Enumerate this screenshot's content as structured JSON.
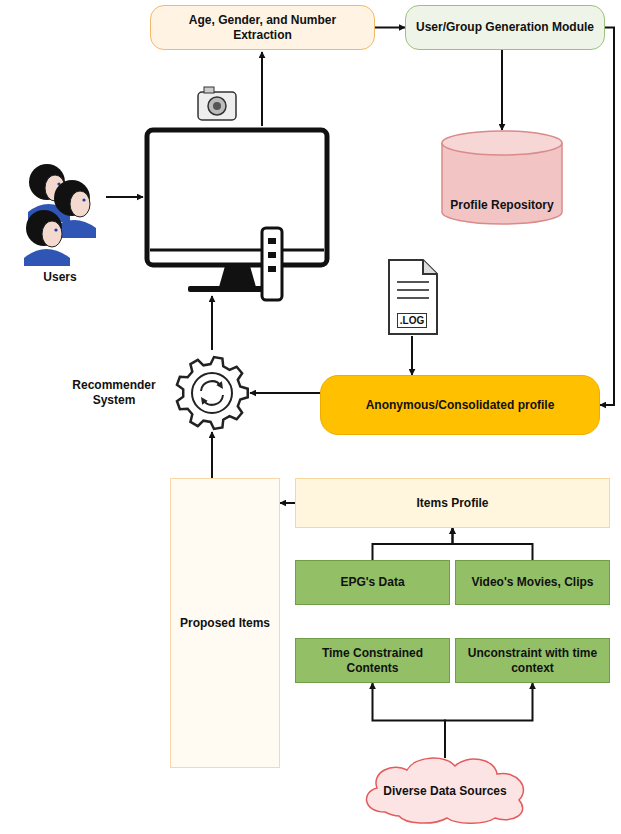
{
  "diagram": {
    "nodes": [
      {
        "text": [
          "Age, Gender, and Number Extraction"
        ]
      },
      {
        "text": [
          "User/Group Generation Module"
        ]
      },
      {
        "text": [
          "Profile Repository"
        ]
      },
      {
        "text": [
          ".LOG"
        ]
      },
      {
        "text": [
          "Recommender System"
        ]
      },
      {
        "text": [
          "Anonymous/Consolidated profile"
        ]
      },
      {
        "text": [
          "Items Profile"
        ]
      },
      {
        "text": [
          "Proposed Items"
        ]
      },
      {
        "text": [
          "EPG's Data"
        ]
      },
      {
        "text": [
          "Video's Movies, Clips"
        ]
      },
      {
        "text": [
          "Time Constrained Contents"
        ]
      },
      {
        "text": [
          "Unconstraint with time context"
        ]
      },
      {
        "text": [
          "Diverse Data Sources"
        ]
      }
    ],
    "edges": [
      {
        "from": 0,
        "to": 1,
        "arrow": "to"
      },
      {
        "from": 1,
        "to": 2,
        "arrow": "to"
      },
      {
        "from": 1,
        "to": 5,
        "arrow": "to"
      },
      {
        "from": 3,
        "to": 5,
        "arrow": "to"
      },
      {
        "from": 5,
        "to": 4,
        "arrow": "to"
      },
      {
        "from": 7,
        "to": 4,
        "arrow": "to"
      },
      {
        "from": 6,
        "to": 7,
        "arrow": "to"
      },
      {
        "from": 8,
        "to": 6,
        "arrow": "to"
      },
      {
        "from": 9,
        "to": 6,
        "arrow": "to"
      },
      {
        "from": 12,
        "to": 10,
        "arrow": "to"
      },
      {
        "from": 12,
        "to": 11,
        "arrow": "to"
      }
    ],
    "labels": [
      "Users"
    ]
  }
}
